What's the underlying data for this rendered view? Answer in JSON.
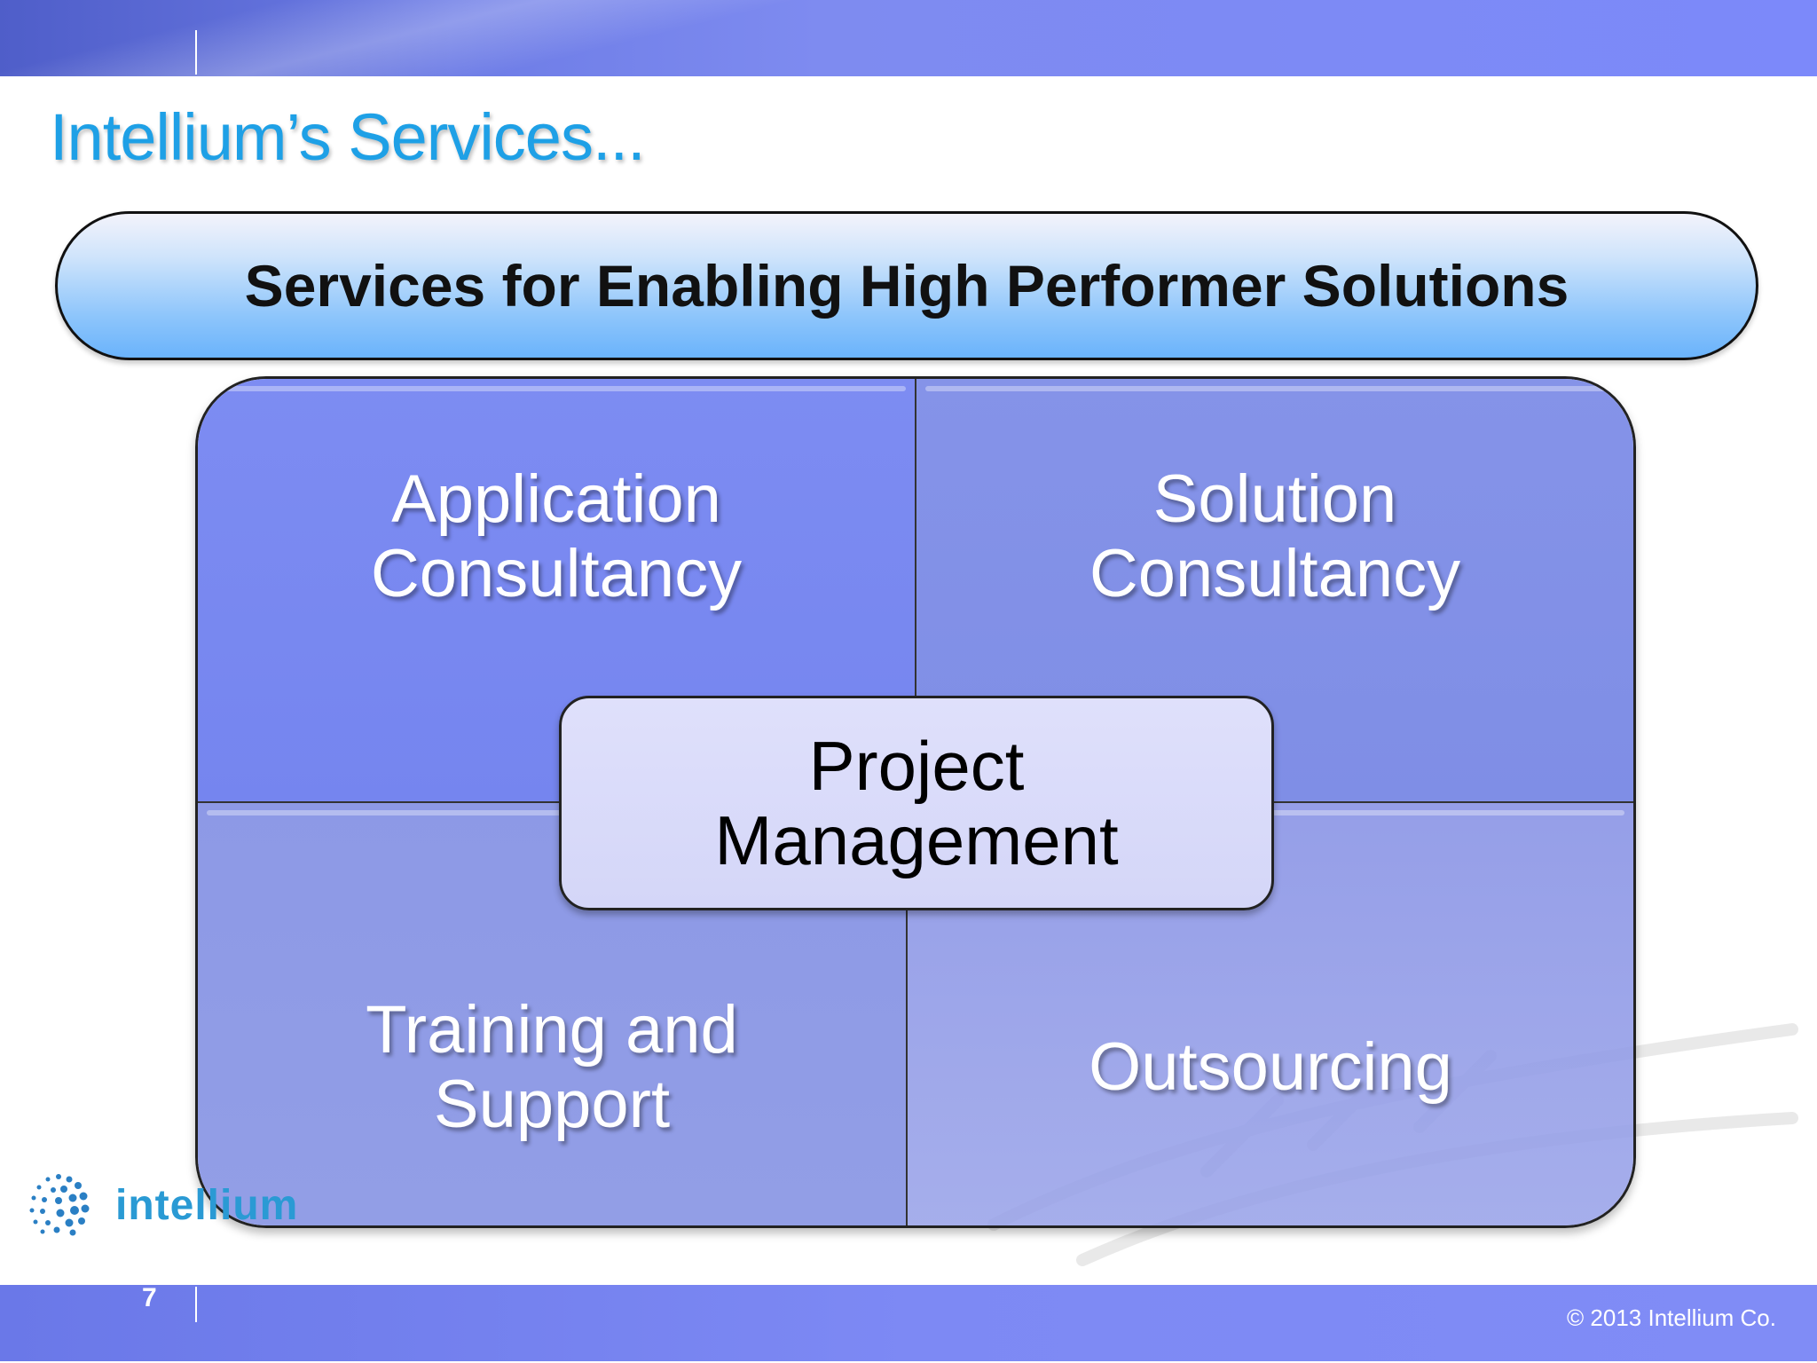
{
  "slide": {
    "title": "Intellium’s Services...",
    "banner": "Services for Enabling High Performer Solutions",
    "quadrants": {
      "top_left": [
        "Application",
        "Consultancy"
      ],
      "top_right": [
        "Solution",
        "Consultancy"
      ],
      "bottom_left": [
        "Training and",
        "Support"
      ],
      "bottom_right": [
        "Outsourcing"
      ]
    },
    "center": [
      "Project",
      "Management"
    ]
  },
  "footer": {
    "page_number": "7",
    "copyright": "© 2013 Intellium Co.",
    "logo_text": "intellium"
  },
  "colors": {
    "title": "#1ea0e6",
    "band": "#7c89fa",
    "logo": "#2a9ad4"
  },
  "icons": {
    "logo_mark": "dotted-sphere-icon"
  }
}
